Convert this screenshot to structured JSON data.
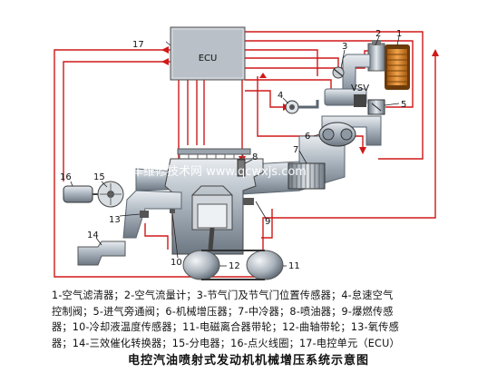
{
  "diagram": {
    "ecu_label": "ECU",
    "vsv_label": "VSV",
    "watermark": "汽车维修技术网 www.qcwxjs.com",
    "callouts": [
      "1",
      "2",
      "3",
      "4",
      "5",
      "6",
      "7",
      "8",
      "9",
      "10",
      "11",
      "12",
      "13",
      "14",
      "15",
      "16",
      "17"
    ]
  },
  "legend": [
    "1-空气滤清器；2-空气流量计；3-节气门及节气门位置传感器；4-怠速空气",
    "控制阀；5-进气旁通阀；6-机械增压器；7-中冷器；8-喷油器；9-爆燃传感",
    "器；10-冷却液温度传感器；11-电磁离合器带轮；12-曲轴带轮；13-氧传感",
    "器；14-三效催化转换器；15-分电器；16-点火线圈；17-电控单元（ECU）"
  ],
  "caption": "电控汽油喷射式发动机机械增压系统示意图",
  "colors": {
    "wire": "#d01818",
    "duct": "#9aa6b2",
    "filter": "#e8902a",
    "ecu_fill": "#b9c0c7"
  }
}
